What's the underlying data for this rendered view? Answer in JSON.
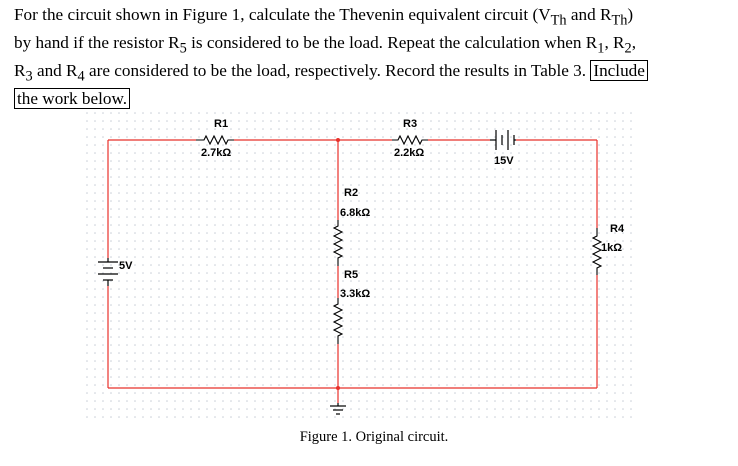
{
  "problem": {
    "lines": [
      "For the circuit shown in Figure 1, calculate the Thevenin equivalent circuit (V",
      "Th",
      " and R",
      "Th",
      ")",
      "by hand if the resistor R",
      "5",
      " is considered to be the load. Repeat the calculation when R",
      "1",
      ", R",
      "2",
      ",",
      "R",
      "3",
      " and R",
      "4",
      " are considered to be the load, respectively. Record the results in Table 3. ",
      "Include",
      "the work below."
    ]
  },
  "circuit": {
    "components": {
      "r1": {
        "name": "R1",
        "value": "2.7kΩ"
      },
      "r3": {
        "name": "R3",
        "value": "2.2kΩ"
      },
      "battery_15": {
        "value": "15V"
      },
      "r2": {
        "name": "R2",
        "value": "6.8kΩ"
      },
      "r4": {
        "name": "R4",
        "value": "1kΩ"
      },
      "r5": {
        "name": "R5",
        "value": "3.3kΩ"
      },
      "battery_5": {
        "value": "5V"
      }
    },
    "wire_color": "#e8302a",
    "grid_color": "#c8cdd6"
  },
  "figure": {
    "caption": "Figure 1. Original circuit."
  }
}
